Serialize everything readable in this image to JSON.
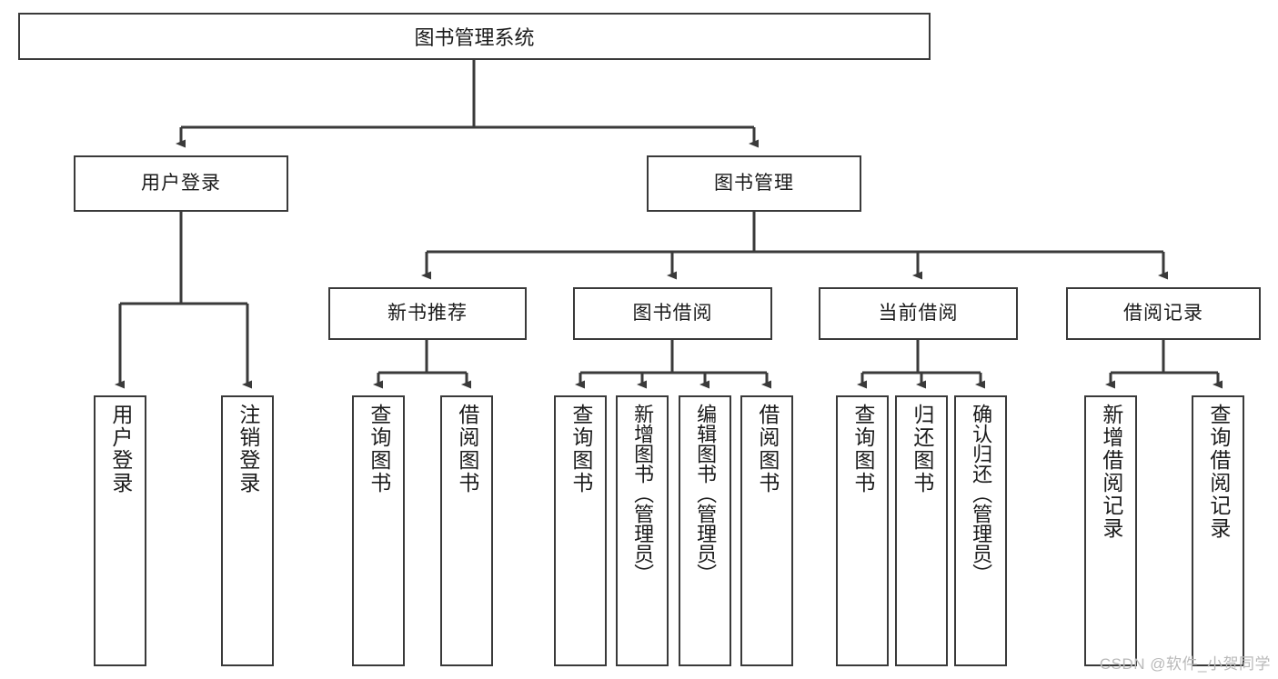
{
  "diagram": {
    "title": "图书管理系统",
    "watermark": "CSDN @软件_小贺同学",
    "level2": {
      "user_login": "用户登录",
      "book_manage": "图书管理"
    },
    "level3": {
      "new_book_rec": "新书推荐",
      "book_borrow": "图书借阅",
      "current_borrow": "当前借阅",
      "borrow_record": "借阅记录"
    },
    "leaves": {
      "user_login_1": "用户登录",
      "user_login_2": "注销登录",
      "new_book_1": "查询图书",
      "new_book_2": "借阅图书",
      "borrow_1": "查询图书",
      "borrow_2": "新增图书（管理员）",
      "borrow_3": "编辑图书（管理员）",
      "borrow_4": "借阅图书",
      "current_1": "查询图书",
      "current_2": "归还图书",
      "current_3": "确认归还（管理员）",
      "record_1": "新增借阅记录",
      "record_2": "查询借阅记录"
    },
    "colors": {
      "stroke": "#3a3a3a",
      "background": "#ffffff",
      "text": "#1b1b1b",
      "watermark": "#b9b9b9"
    }
  }
}
